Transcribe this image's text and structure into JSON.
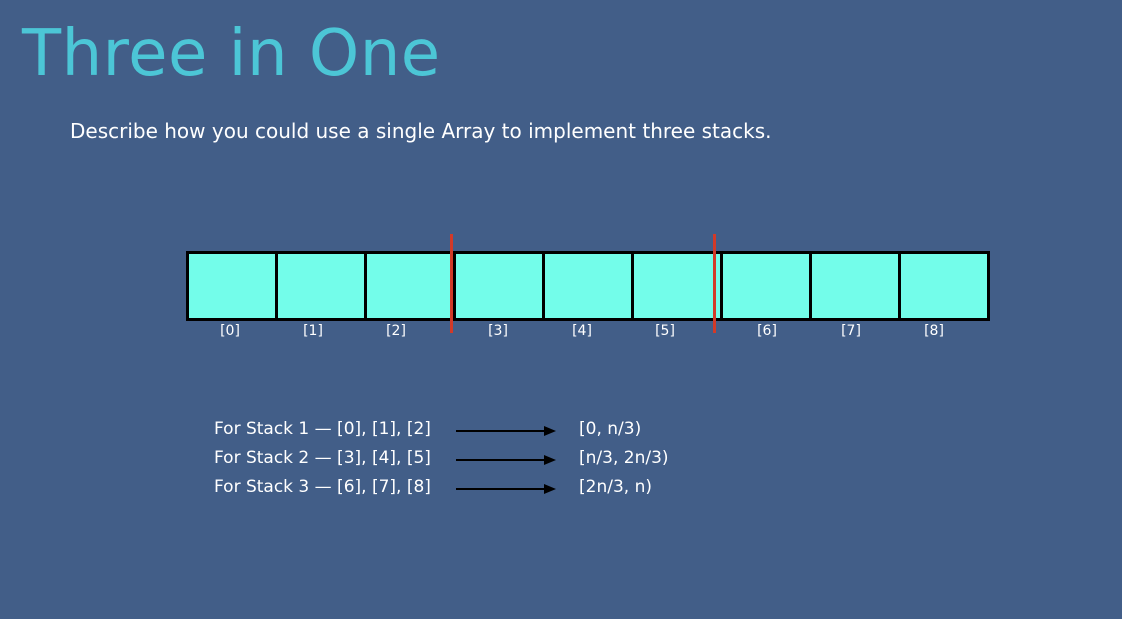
{
  "slide": {
    "title": "Three in One",
    "subtitle": "Describe how you could use a single Array to implement three stacks.",
    "colors": {
      "background": "#425e88",
      "title": "#4cc6d6",
      "cell_fill": "#73fdea",
      "divider": "#d23a28"
    }
  },
  "array": {
    "indices": [
      "[0]",
      "[1]",
      "[2]",
      "[3]",
      "[4]",
      "[5]",
      "[6]",
      "[7]",
      "[8]"
    ]
  },
  "mapping": [
    {
      "label": "For Stack 1 — [0], [1], [2]",
      "range": "[0, n/3)"
    },
    {
      "label": "For Stack 2 — [3], [4], [5]",
      "range": "[n/3, 2n/3)"
    },
    {
      "label": "For Stack 3 — [6], [7], [8]",
      "range": "[2n/3, n)"
    }
  ]
}
